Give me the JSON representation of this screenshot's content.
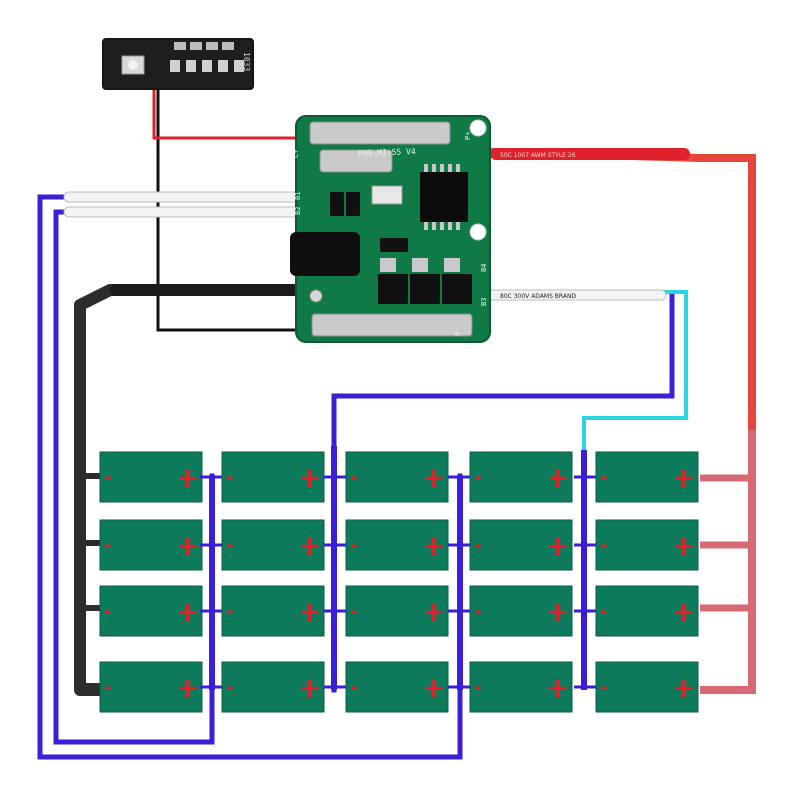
{
  "diagram": {
    "type": "battery-pack-wiring",
    "layout": "5 series groups x 4 parallel cells",
    "colors": {
      "background": "#ffffff",
      "cell_green": "#0d7a5c",
      "terminal_red": "#e0202a",
      "wire_blue": "#3a1fd6",
      "wire_black": "#1c1c1c",
      "wire_dark_gray": "#3b3b3b",
      "wire_red": "#e8463c",
      "wire_pink": "#d66a74",
      "wire_cyan": "#2fd3e6",
      "pcb_green": "#0f7a45",
      "pcb_dark": "#0a0a0a",
      "tab_metal": "#c9c9c9"
    }
  },
  "led_board": {
    "label": "1033",
    "icons": [
      "push-button-icon",
      "led-icon",
      "led-icon",
      "led-icon",
      "led-icon"
    ]
  },
  "bms_board": {
    "silk_model": "PNS-MI-55 V4",
    "pads": [
      "C+",
      "P+",
      "B1",
      "B2",
      "B3",
      "B4",
      "P-"
    ]
  },
  "wires": {
    "red_print": "50C  1007  AWM  STYLE  26",
    "white_print": "80C  300V  ADAMS  BRAND"
  },
  "cell_marks": {
    "plus": "+",
    "minus": "-"
  }
}
